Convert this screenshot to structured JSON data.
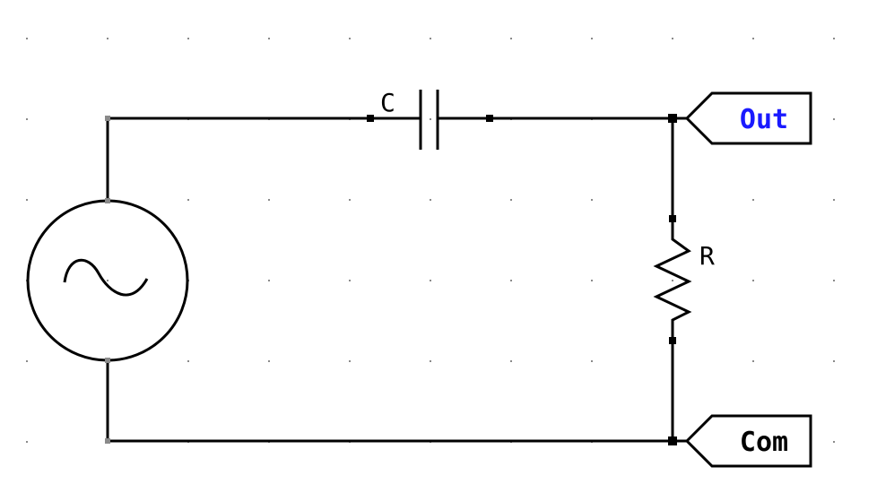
{
  "components": {
    "capacitor": {
      "label": "C"
    },
    "resistor": {
      "label": "R"
    },
    "source": {
      "type": "ac-voltage-source"
    }
  },
  "ports": {
    "out": {
      "label": "Out",
      "color": "#1a1aff"
    },
    "com": {
      "label": "Com",
      "color": "#000000"
    }
  },
  "colors": {
    "wire": "#000000",
    "grid": "#8a8a8a",
    "background": "#ffffff"
  }
}
